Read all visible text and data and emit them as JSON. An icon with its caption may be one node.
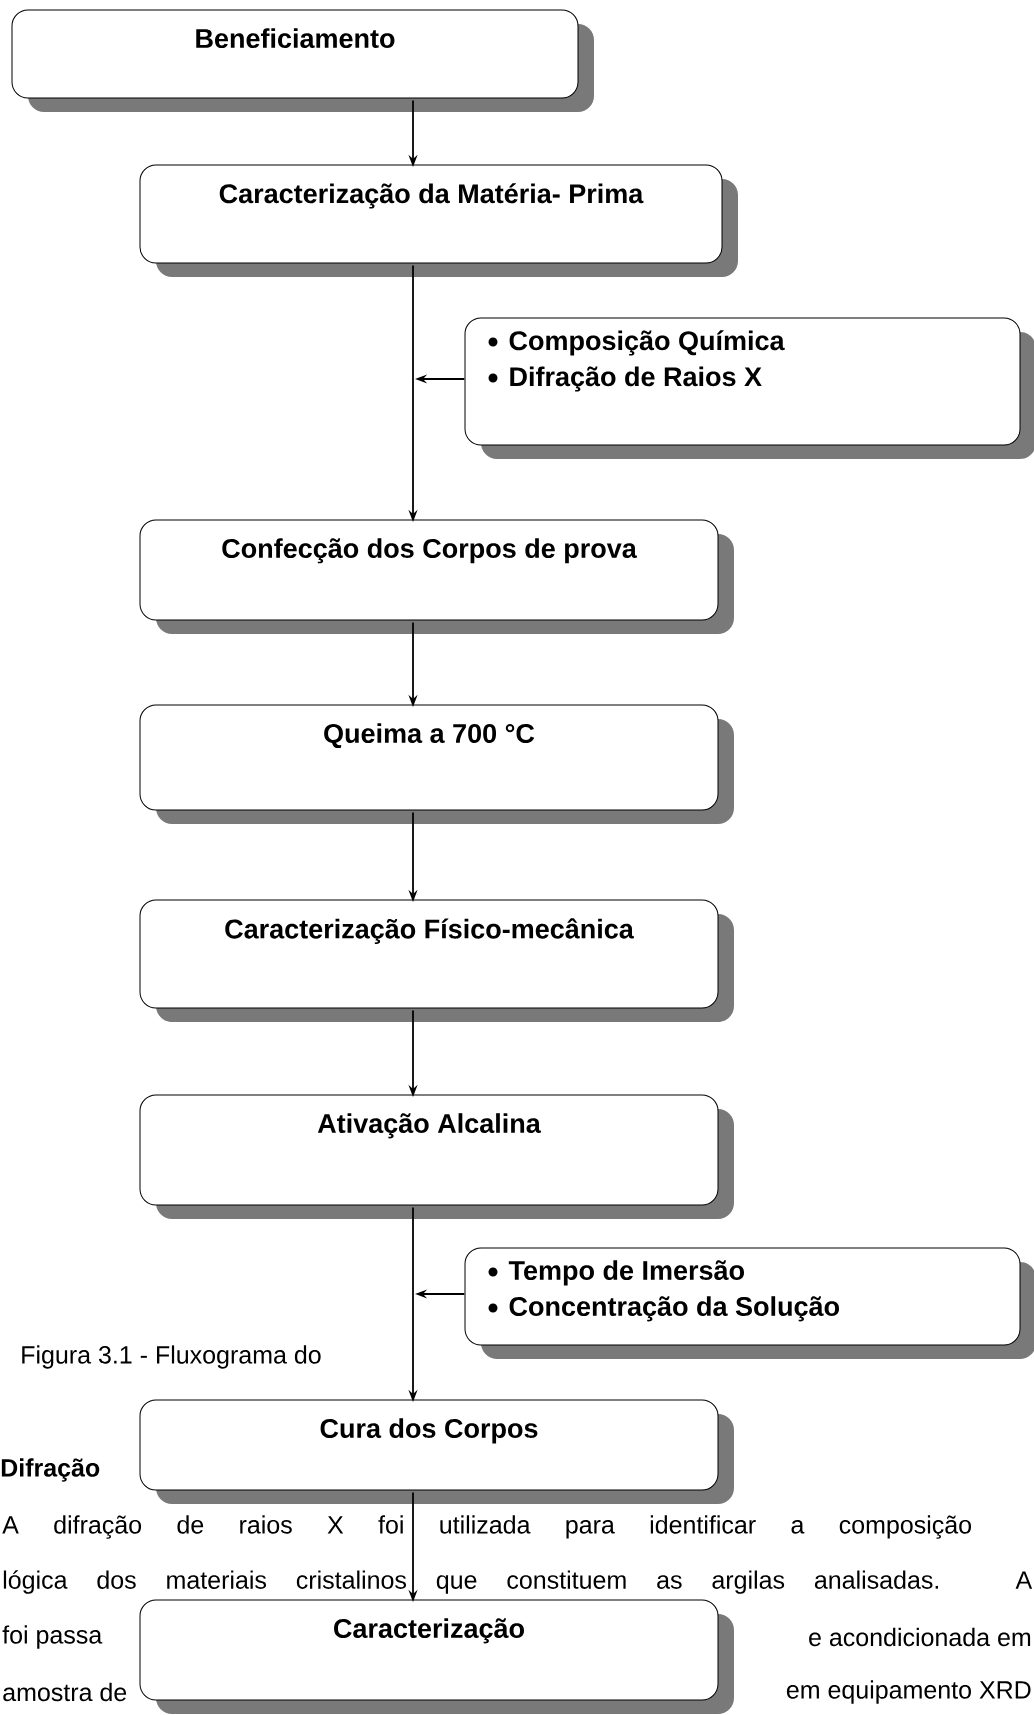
{
  "diagram": {
    "nodes": [
      {
        "text": [
          "Beneficiamento"
        ]
      },
      {
        "text": [
          "Caracterização da Matéria- Prima"
        ]
      },
      {
        "text": [
          "Composição Química",
          "Difração de Raios X"
        ]
      },
      {
        "text": [
          "Confecção dos Corpos de prova"
        ]
      },
      {
        "text": [
          "Queima a 700 °C"
        ]
      },
      {
        "text": [
          "Caracterização Físico-mecânica"
        ]
      },
      {
        "text": [
          "Ativação Alcalina"
        ]
      },
      {
        "text": [
          "Tempo de Imersão",
          "Concentração da Solução"
        ]
      },
      {
        "text": [
          "Cura dos Corpos"
        ]
      },
      {
        "text": [
          "Caracterização"
        ]
      }
    ],
    "edges": [
      {
        "from": 0,
        "to": 1,
        "arrow": "to"
      },
      {
        "from": 1,
        "to": 3,
        "arrow": "to"
      },
      {
        "from": 2,
        "to": null,
        "arrow": "to"
      },
      {
        "from": 3,
        "to": 4,
        "arrow": "to"
      },
      {
        "from": 4,
        "to": 5,
        "arrow": "to"
      },
      {
        "from": 5,
        "to": 6,
        "arrow": "to"
      },
      {
        "from": 6,
        "to": 8,
        "arrow": "to"
      },
      {
        "from": 7,
        "to": null,
        "arrow": "to"
      },
      {
        "from": 8,
        "to": 9,
        "arrow": "to"
      }
    ],
    "labels": [
      "Figura 3.1 - Fluxograma do",
      "Difração",
      "A difração de raios X foi utilizada para identificar a composição",
      "lógica dos materiais cristalinos que constituem as argilas analisadas. A",
      "foi passa",
      "e acondicionada em",
      "amostra de",
      "em equipamento XRD"
    ]
  }
}
